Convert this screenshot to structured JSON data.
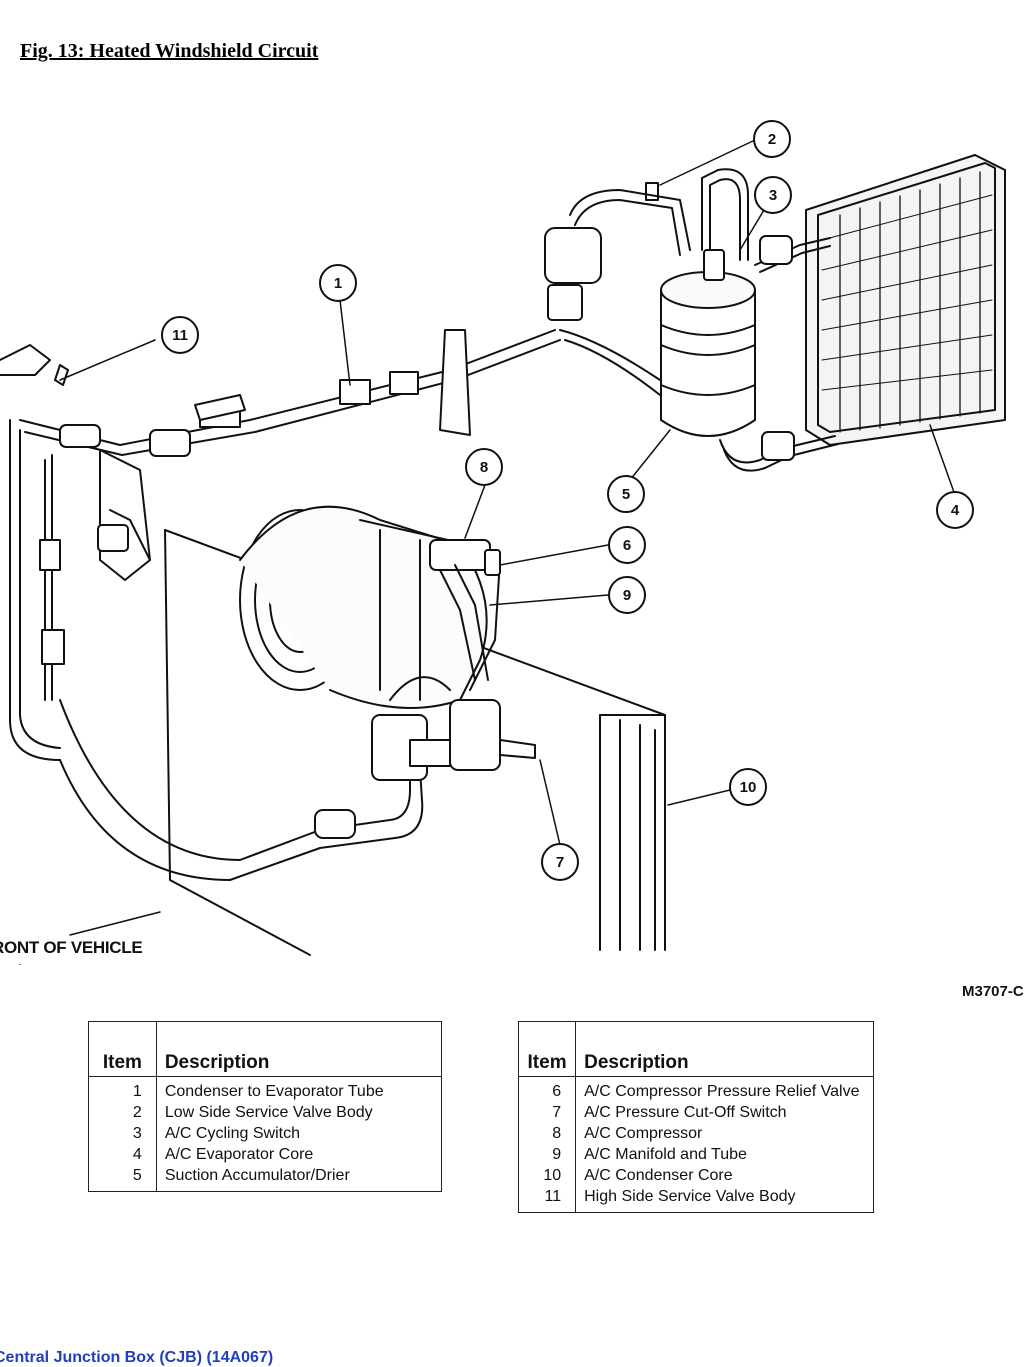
{
  "figure": {
    "title": "Fig. 13: Heated Windshield Circuit",
    "reference_code": "M3707-C",
    "front_label": "RONT OF VEHICLE",
    "callouts": [
      "1",
      "2",
      "3",
      "4",
      "5",
      "6",
      "7",
      "8",
      "9",
      "10",
      "11"
    ]
  },
  "tables": {
    "left": {
      "headers": {
        "item": "Item",
        "description": "Description"
      },
      "rows": [
        {
          "item": "1",
          "description": "Condenser to Evaporator Tube"
        },
        {
          "item": "2",
          "description": "Low Side Service Valve Body"
        },
        {
          "item": "3",
          "description": "A/C Cycling Switch"
        },
        {
          "item": "4",
          "description": "A/C Evaporator Core"
        },
        {
          "item": "5",
          "description": "Suction Accumulator/Drier"
        }
      ]
    },
    "right": {
      "headers": {
        "item": "Item",
        "description": "Description"
      },
      "rows": [
        {
          "item": "6",
          "description": "A/C Compressor Pressure Relief Valve"
        },
        {
          "item": "7",
          "description": "A/C Pressure Cut-Off Switch"
        },
        {
          "item": "8",
          "description": "A/C Compressor"
        },
        {
          "item": "9",
          "description": "A/C Manifold and Tube"
        },
        {
          "item": "10",
          "description": "A/C Condenser Core"
        },
        {
          "item": "11",
          "description": "High Side Service Valve Body"
        }
      ]
    }
  },
  "next_section": {
    "heading": "Central Junction Box (CJB) (14A067)"
  }
}
